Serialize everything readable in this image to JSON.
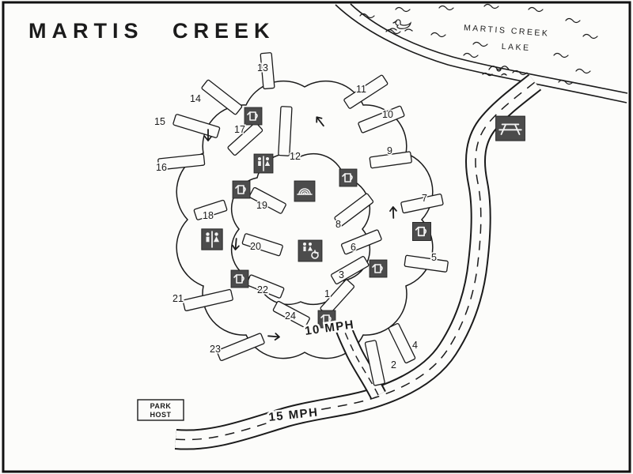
{
  "title": "MARTIS CREEK",
  "lake": {
    "name_line1": "MARTIS CREEK",
    "name_line2": "LAKE"
  },
  "speeds": {
    "camp_loop": "10 MPH",
    "entrance_road": "15 MPH"
  },
  "park_host": {
    "line1": "PARK",
    "line2": "HOST"
  },
  "sites": [
    "1",
    "2",
    "3",
    "4",
    "5",
    "6",
    "7",
    "8",
    "9",
    "10",
    "11",
    "12",
    "13",
    "14",
    "15",
    "16",
    "17",
    "18",
    "19",
    "20",
    "21",
    "22",
    "23",
    "24"
  ],
  "icons": [
    "water-spigot",
    "restroom",
    "water-spigot",
    "amphitheater",
    "water-spigot",
    "restroom",
    "accessible-restroom",
    "water-spigot",
    "water-spigot",
    "water-spigot",
    "water-spigot",
    "picnic-area"
  ],
  "colors": {
    "ink": "#1b1b1b",
    "paper": "#fcfcfa",
    "icon_bg": "#4c4c4c",
    "glyph": "#f4f4f4"
  }
}
